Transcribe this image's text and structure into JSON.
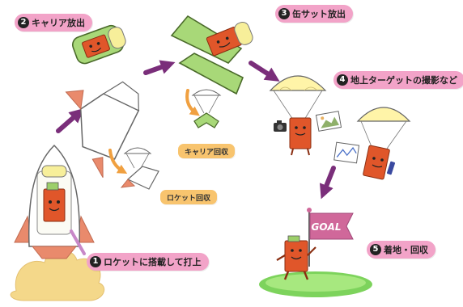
{
  "steps": [
    {
      "num": "1",
      "label": "ロケットに搭載して打上"
    },
    {
      "num": "2",
      "label": "キャリア放出"
    },
    {
      "num": "3",
      "label": "缶サット放出"
    },
    {
      "num": "4",
      "label": "地上ターゲットの撮影など"
    },
    {
      "num": "5",
      "label": "着地・回収"
    }
  ],
  "recovery_tags": {
    "carrier": "キャリア回収",
    "rocket": "ロケット回収"
  },
  "goal_flag": {
    "text": "GOAL"
  },
  "colors": {
    "label_pink": "#f2a3c8",
    "label_orange": "#f8c46e",
    "flow_arrow": "#7a2e7a",
    "recovery_arrow": "#f0a040",
    "cansat_body": "#e0562a",
    "carrier_green": "#a8d878",
    "ground_green": "#7dd35c",
    "exhaust_yellow": "#f4d88a",
    "parachute_yellow": "#fff4a8"
  }
}
